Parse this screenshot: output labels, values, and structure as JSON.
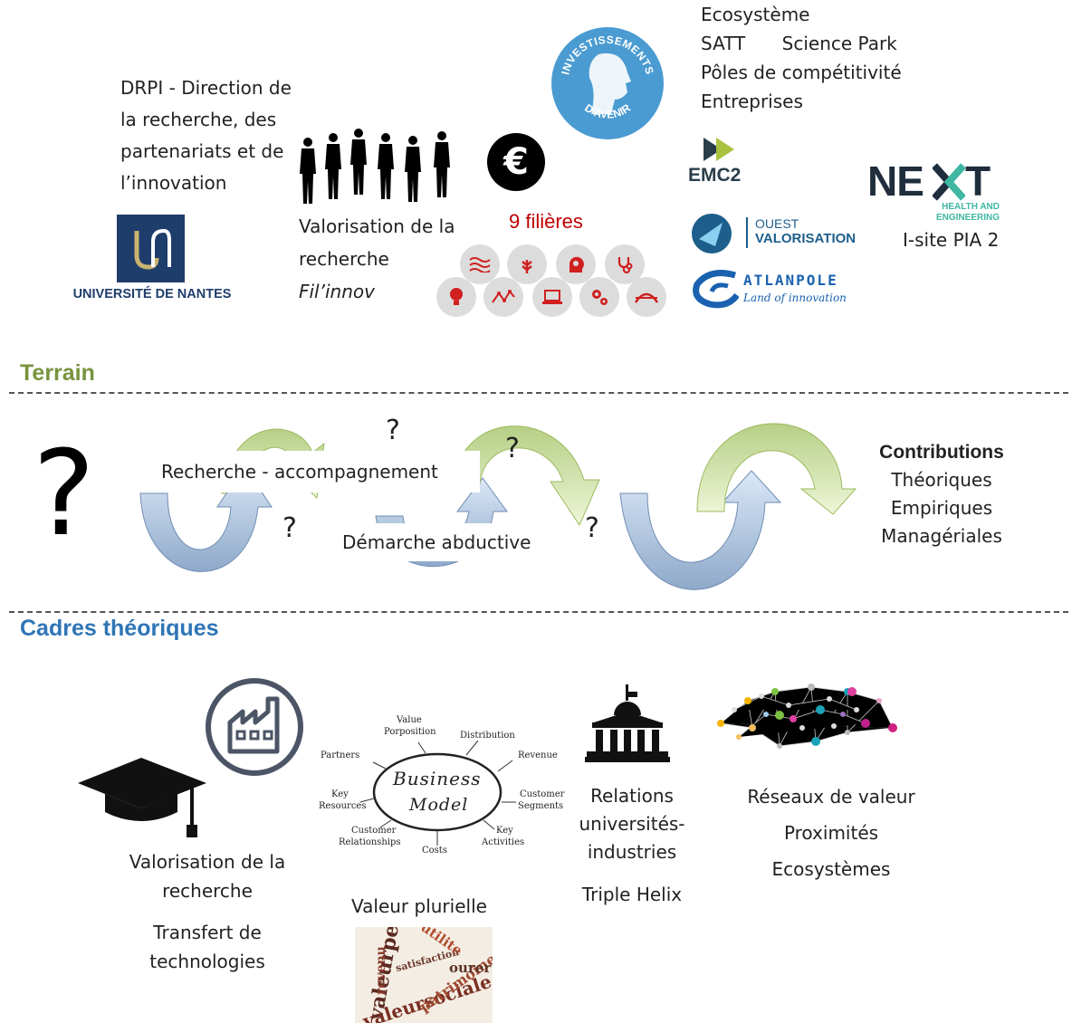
{
  "drpi": {
    "lines": [
      "DRPI - Direction de",
      "la recherche, des",
      "partenariats et de",
      "l’innovation"
    ]
  },
  "universite": {
    "name": "UNIVERSITÉ DE NANTES"
  },
  "valorisation_top": {
    "line1": "Valorisation de la",
    "line2": "recherche",
    "line3": "Fil’innov"
  },
  "euro_symbol": "€",
  "filieres": {
    "title": "9 filières",
    "color": "#c00000"
  },
  "investissements": {
    "top": "INVESTISSEMENTS",
    "bottom": "D’AVENIR"
  },
  "ecosysteme": {
    "line1": "Ecosystème",
    "satt": "SATT",
    "science_park": "Science Park",
    "line3": "Pôles de compétitivité",
    "line4": "Entreprises"
  },
  "logos": {
    "emc2": "EMC2",
    "ouest": "OUEST",
    "valorisation": "VALORISATION",
    "atlanpole": "ATLANPOLE",
    "atlanpole_tag": "Land of innovation",
    "next_left": "NE",
    "next_right": "T",
    "next_sub1": "HEALTH AND",
    "next_sub2": "ENGINEERING"
  },
  "isite": "I-site PIA 2",
  "terrain": {
    "title": "Terrain",
    "color": "#77933c"
  },
  "process": {
    "big_q": "?",
    "q_small": "?",
    "recherche": "Recherche - accompagnement",
    "demarche": "Démarche abductive"
  },
  "contributions": {
    "title": "Contributions",
    "items": [
      "Théoriques",
      "Empiriques",
      "Managériales"
    ]
  },
  "cadres": {
    "title": "Cadres théoriques",
    "color": "#2e75b6"
  },
  "bm": {
    "center1": "Business",
    "center2": "Model",
    "labels": {
      "value": "Value",
      "proposition": "Porposition",
      "distribution": "Distribution",
      "partners": "Partners",
      "revenue": "Revenue",
      "key": "Key",
      "resources": "Resources",
      "customer": "Customer",
      "segments": "Segments",
      "customer2": "Customer",
      "relationships": "Relationships",
      "costs": "Costs",
      "key2": "Key",
      "activities": "Activities"
    }
  },
  "bottom": {
    "valo1": "Valorisation de la",
    "valo2": "recherche",
    "transfert1": "Transfert de",
    "transfert2": "technologies",
    "valeur_plurielle": "Valeur plurielle",
    "relations1": "Relations",
    "relations2": "universités-",
    "relations3": "industries",
    "triple": "Triple Helix",
    "reseaux": "Réseaux de valeur",
    "proximites": "Proximités",
    "ecosystemes": "Ecosystèmes"
  },
  "wordcloud": [
    "valeurper",
    "revenu",
    "valeursociale",
    "patrimoine",
    "satisfaction",
    "utilite",
    "ourer"
  ]
}
